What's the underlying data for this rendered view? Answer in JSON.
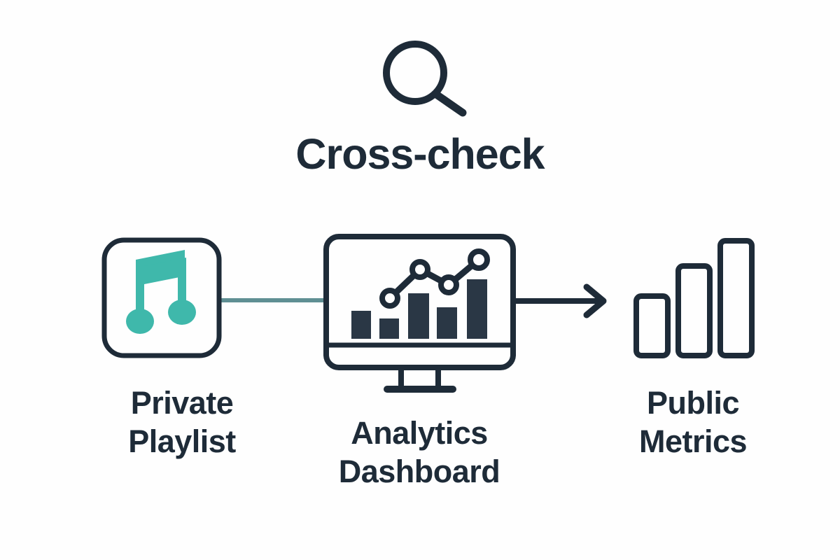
{
  "diagram": {
    "title": "Cross-check",
    "background_color": "#fefefe",
    "ink_color": "#1e2b38",
    "accent_color": "#3fb8ab",
    "connector_color": "#5f8f93",
    "title_icon": "magnifier-icon",
    "nodes": [
      {
        "id": "private-playlist",
        "label": "Private\nPlaylist",
        "icon": "music-note-icon",
        "icon_color": "#3fb8ab",
        "frame": "rounded-square"
      },
      {
        "id": "analytics-dashboard",
        "label": "Analytics\nDashboard",
        "icon": "desktop-monitor-chart-icon",
        "icon_color": "#1e2b38",
        "frame": "monitor"
      },
      {
        "id": "public-metrics",
        "label": "Public\nMetrics",
        "icon": "bar-chart-icon",
        "icon_color": "#1e2b38",
        "frame": "none"
      }
    ],
    "connectors": [
      {
        "id": "playlist-to-dashboard",
        "from": "private-playlist",
        "to": "analytics-dashboard",
        "style": "plain-line",
        "color": "#5f8f93",
        "arrowhead": false
      },
      {
        "id": "dashboard-to-metrics",
        "from": "analytics-dashboard",
        "to": "public-metrics",
        "style": "arrow",
        "color": "#1e2b38",
        "arrowhead": true
      }
    ]
  },
  "chart_data": [
    {
      "id": "dashboard-screen-chart",
      "type": "bar",
      "title": "",
      "xlabel": "",
      "ylabel": "",
      "categories": [
        "1",
        "2",
        "3",
        "4",
        "5"
      ],
      "values": [
        38,
        27,
        62,
        43,
        80
      ],
      "ylim": [
        0,
        100
      ],
      "grid": false,
      "legend": "none",
      "overlay": {
        "type": "line",
        "x": [
          "1",
          "2",
          "3",
          "4"
        ],
        "values": [
          30,
          72,
          52,
          88
        ],
        "markers": "open-circle"
      }
    },
    {
      "id": "public-metrics-bars",
      "type": "bar",
      "title": "",
      "xlabel": "",
      "ylabel": "",
      "categories": [
        "1",
        "2",
        "3"
      ],
      "values": [
        52,
        77,
        100
      ],
      "ylim": [
        0,
        100
      ],
      "grid": false,
      "legend": "none",
      "style": "outlined"
    }
  ]
}
